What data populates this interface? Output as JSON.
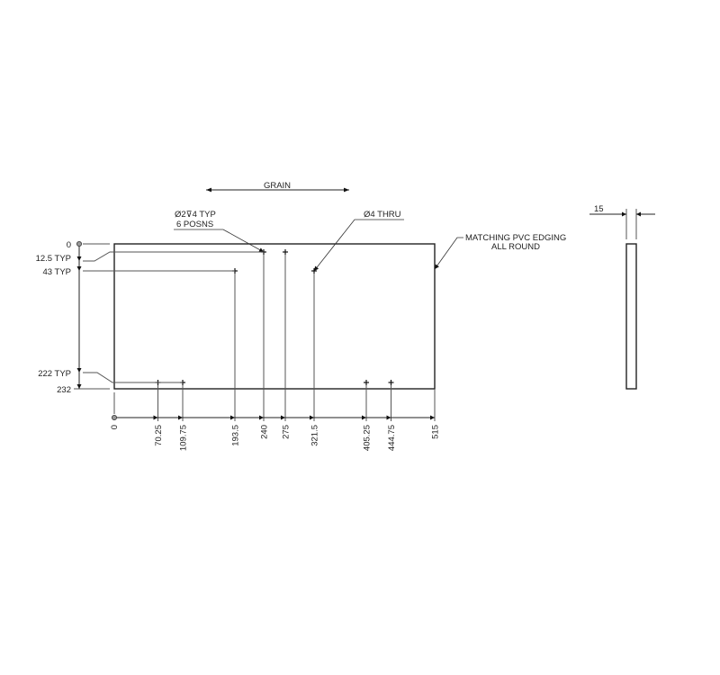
{
  "drawing": {
    "grain_label": "GRAIN",
    "hole_note_line1": "Ø2⊽4 TYP",
    "hole_note_line2": "6 POSNS",
    "thru_note": "Ø4 THRU",
    "edging_note_line1": "MATCHING PVC EDGING",
    "edging_note_line2": "ALL ROUND",
    "thickness_label": "15",
    "vertical_dims": [
      {
        "label": "0",
        "value": 0
      },
      {
        "label": "12.5 TYP",
        "value": 12.5
      },
      {
        "label": "43 TYP",
        "value": 43
      },
      {
        "label": "222 TYP",
        "value": 222
      },
      {
        "label": "232",
        "value": 232
      }
    ],
    "horizontal_dims": [
      {
        "label": "0",
        "value": 0
      },
      {
        "label": "70.25",
        "value": 70.25
      },
      {
        "label": "109.75",
        "value": 109.75
      },
      {
        "label": "193.5",
        "value": 193.5
      },
      {
        "label": "240",
        "value": 240
      },
      {
        "label": "275",
        "value": 275
      },
      {
        "label": "321.5",
        "value": 321.5
      },
      {
        "label": "405.25",
        "value": 405.25
      },
      {
        "label": "444.75",
        "value": 444.75
      },
      {
        "label": "515",
        "value": 515
      }
    ],
    "panel": {
      "width_mm": 515,
      "height_mm": 232,
      "thickness_mm": 15
    }
  }
}
